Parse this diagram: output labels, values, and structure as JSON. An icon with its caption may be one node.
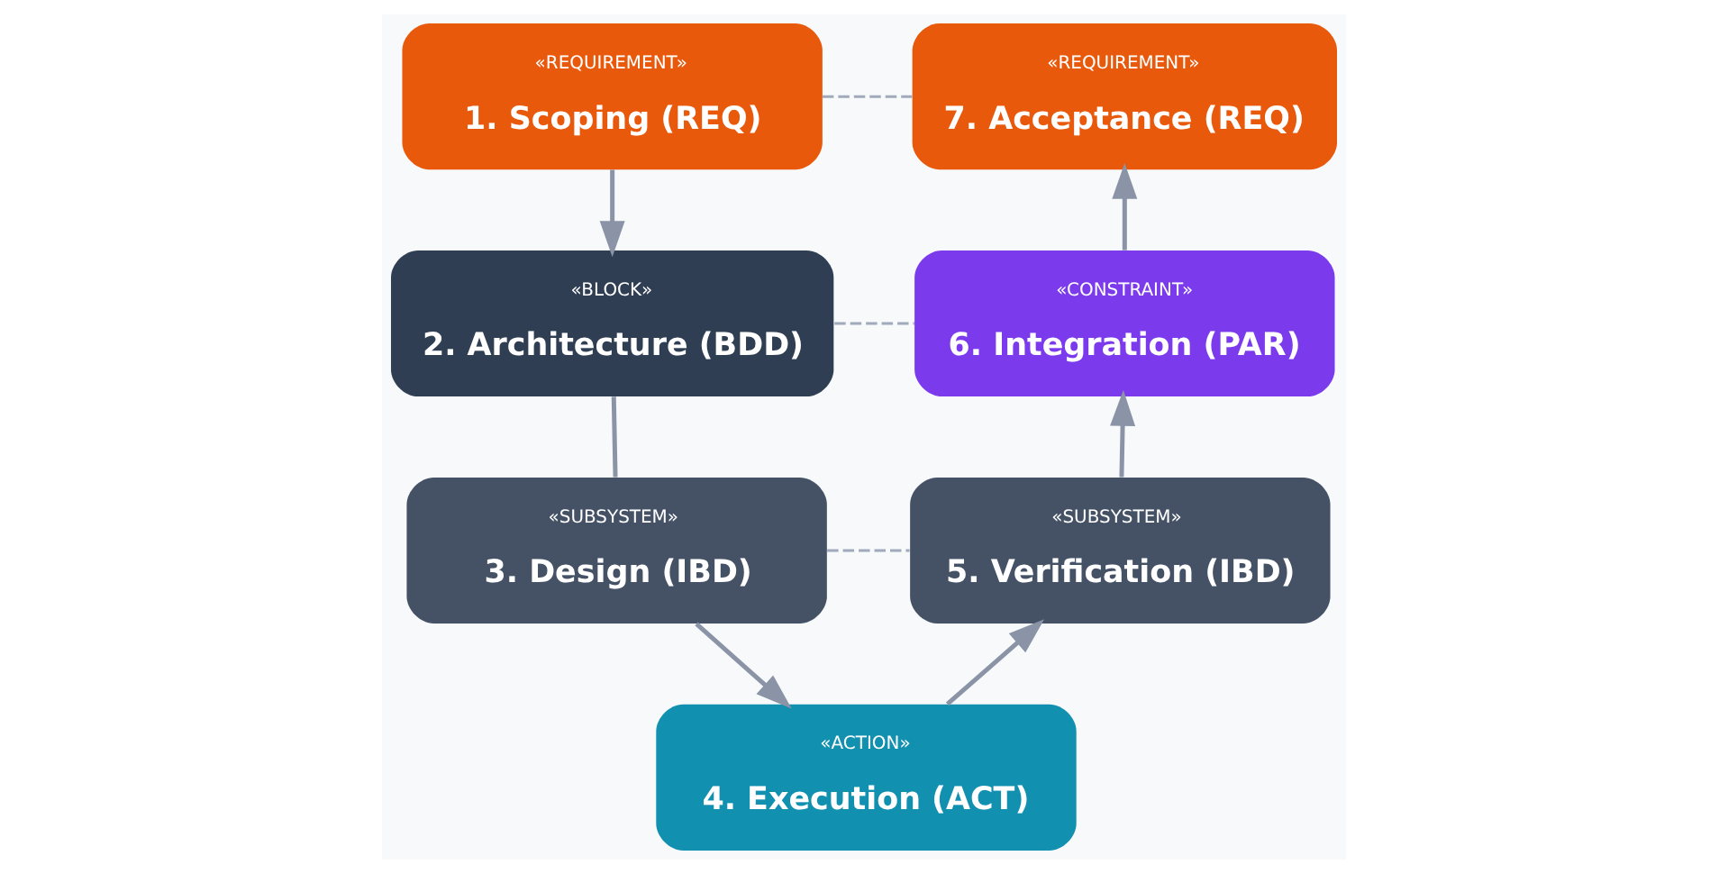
{
  "diagram": {
    "nodes": [
      {
        "text": [
          "«REQUIREMENT»",
          "1. Scoping (REQ)"
        ]
      },
      {
        "text": [
          "«BLOCK»",
          "2. Architecture (BDD)"
        ]
      },
      {
        "text": [
          "«SUBSYSTEM»",
          "3. Design (IBD)"
        ]
      },
      {
        "text": [
          "«ACTION»",
          "4. Execution (ACT)"
        ]
      },
      {
        "text": [
          "«SUBSYSTEM»",
          "5. Verification (IBD)"
        ]
      },
      {
        "text": [
          "«CONSTRAINT»",
          "6. Integration (PAR)"
        ]
      },
      {
        "text": [
          "«REQUIREMENT»",
          "7. Acceptance (REQ)"
        ]
      }
    ],
    "edges": [
      {
        "from": 0,
        "to": 1,
        "arrow": "to"
      },
      {
        "from": 1,
        "to": 2,
        "arrow": "none"
      },
      {
        "from": 2,
        "to": 3,
        "arrow": "to"
      },
      {
        "from": 3,
        "to": 4,
        "arrow": "to"
      },
      {
        "from": 4,
        "to": 5,
        "arrow": "to"
      },
      {
        "from": 5,
        "to": 6,
        "arrow": "to"
      },
      {
        "from": 0,
        "to": 6,
        "arrow": "none",
        "style": "dashed"
      },
      {
        "from": 1,
        "to": 5,
        "arrow": "none",
        "style": "dashed"
      },
      {
        "from": 2,
        "to": 4,
        "arrow": "none",
        "style": "dashed"
      }
    ]
  }
}
